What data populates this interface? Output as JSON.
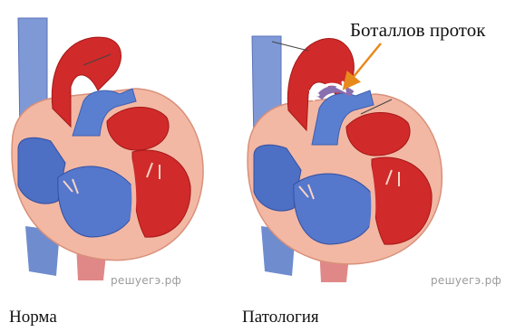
{
  "captions": {
    "normal": "Норма",
    "pathology": "Патология"
  },
  "callout": {
    "label": "Боталлов проток"
  },
  "watermarks": {
    "left": "решуегэ.рф",
    "right": "решуегэ.рф"
  },
  "colors": {
    "oxygenated": "#d12a2a",
    "deoxygenated": "#4d6fc4",
    "wall": "#f2b8a4",
    "arrow": "#e8891c"
  },
  "icons": {
    "shunt": "white-curved-double-arrow"
  }
}
